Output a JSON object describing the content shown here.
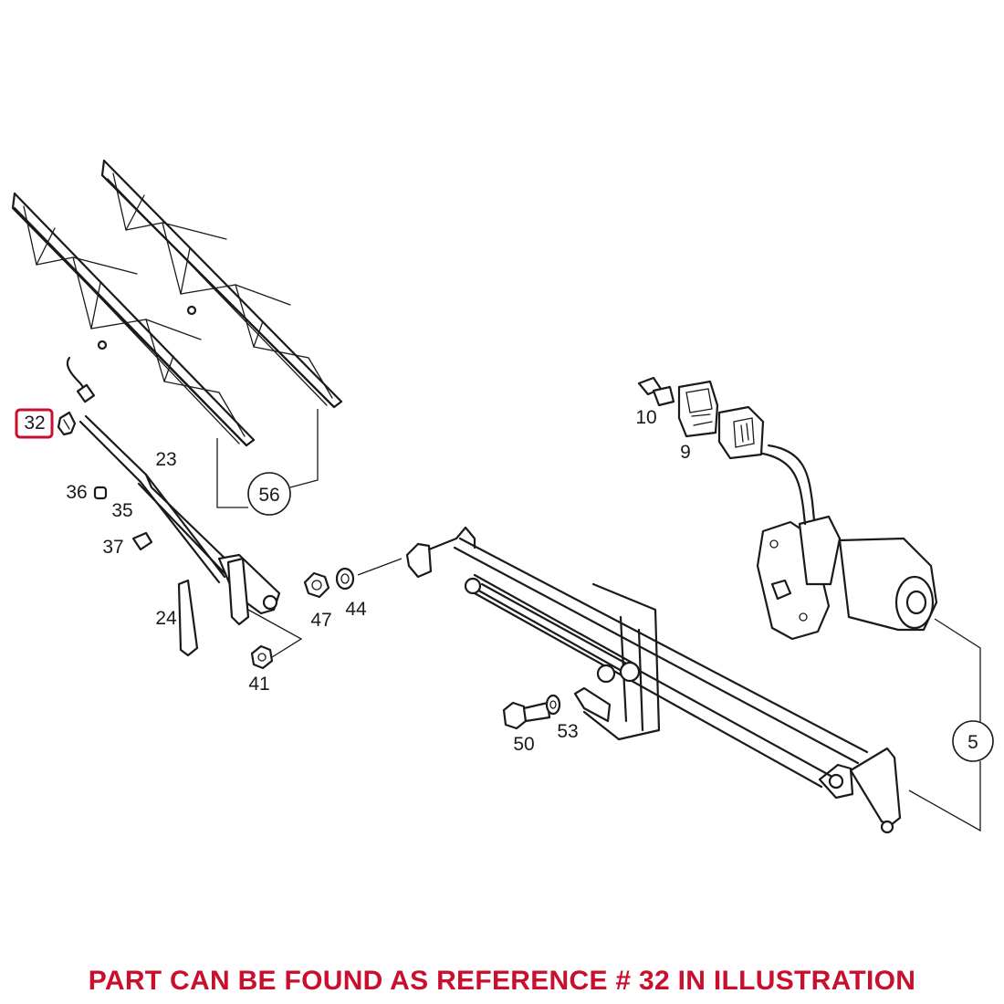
{
  "labels": {
    "l5": "5",
    "l9": "9",
    "l10": "10",
    "l23": "23",
    "l24": "24",
    "l32": "32",
    "l35": "35",
    "l36": "36",
    "l37": "37",
    "l41": "41",
    "l44": "44",
    "l47": "47",
    "l50": "50",
    "l53": "53",
    "l56": "56"
  },
  "highlight_reference": "32",
  "caption": "PART CAN BE FOUND AS REFERENCE # 32 IN ILLUSTRATION",
  "colors": {
    "caption": "#c8102e",
    "highlight": "#c8102e",
    "line": "#1a1a1a"
  }
}
